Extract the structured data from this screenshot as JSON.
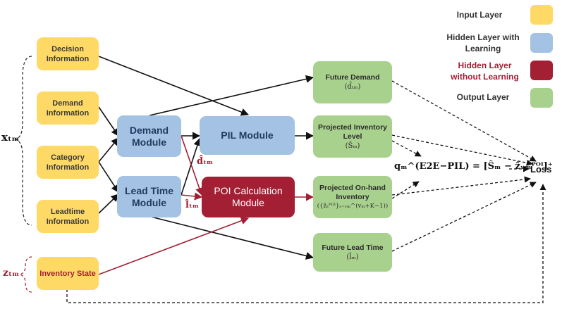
{
  "inputs": {
    "decision": "Decision Information",
    "demand": "Demand Information",
    "category": "Category Information",
    "leadtime": "Leadtime Information",
    "inventory": "Inventory State"
  },
  "hidden": {
    "demand_module": "Demand Module",
    "leadtime_module": "Lead Time Module",
    "pil_module": "PIL Module",
    "poi_module": "POI Calculation Module"
  },
  "outputs": {
    "future_demand": "Future Demand",
    "future_demand_sym": "(d̂ₜₘ)",
    "projected_inventory": "Projected Inventory Level",
    "projected_inventory_sym": "(Ŝₘ)",
    "projected_onhand": "Projected On-hand Inventory",
    "projected_onhand_sym": "({ẑₛᴾᴼᴵ}ₛ₌ᵥₘ^(vₘ+K−1))",
    "future_leadtime": "Future Lead Time",
    "future_leadtime_sym": "(l̂ₘ)"
  },
  "labels": {
    "x_input": "xₜₘ",
    "z_input": "zₜₘ",
    "d_hat": "d̂ₜₘ",
    "l_hat": "l̂ₜₘ",
    "q_formula": "qₘ^(E2E−PIL) = [Ŝₘ − ẑᵥₘᴾᴼᴵ]⁺",
    "loss": "Loss"
  },
  "legend": {
    "input": "Input Layer",
    "hidden_learning": "Hidden Layer with Learning",
    "hidden_no_learning": "Hidden Layer without Learning",
    "output": "Output Layer"
  },
  "colors": {
    "input": "#FFD966",
    "hidden_learning": "#A4C2E3",
    "hidden_no_learning": "#A31F34",
    "output": "#A9D18E",
    "arrow": "#111111",
    "arrow_red": "#A31F34"
  }
}
